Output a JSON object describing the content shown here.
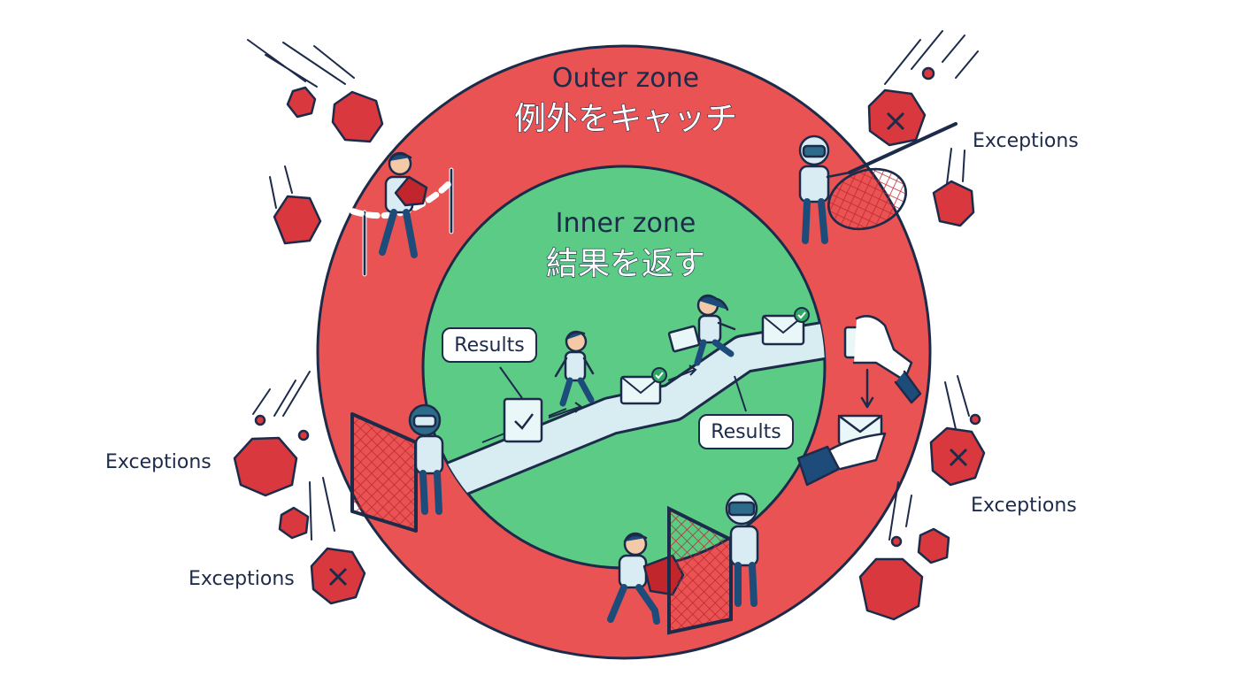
{
  "outer_zone": {
    "title": "Outer zone",
    "subtitle": "例外をキャッチ",
    "color": "#e95353"
  },
  "inner_zone": {
    "title": "Inner zone",
    "subtitle": "結果を返す",
    "color": "#5ccb85"
  },
  "labels": {
    "results_left": "Results",
    "results_right": "Results",
    "exceptions_top_right": "Exceptions",
    "exceptions_left": "Exceptions",
    "exceptions_bottom_left": "Exceptions",
    "exceptions_right": "Exceptions"
  },
  "colors": {
    "outline": "#1d2b4a",
    "rock": "#d8383e",
    "path": "#d8edf2",
    "envelope": "#eaf7f9",
    "check": "#2ea864"
  }
}
